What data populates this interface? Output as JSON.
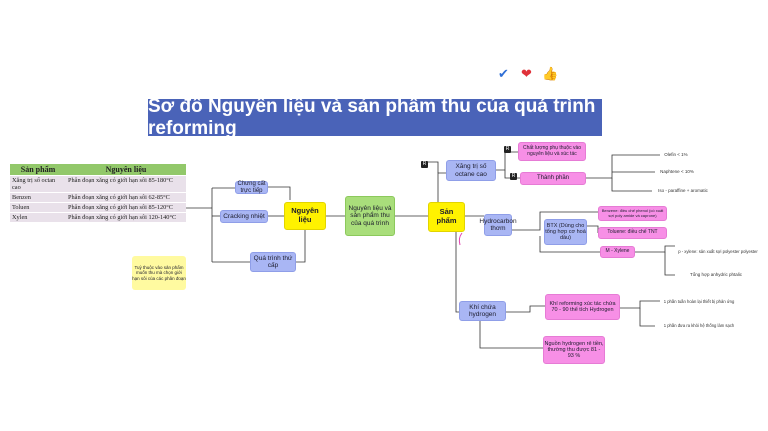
{
  "title": "Sơ đồ Nguyên liệu và sản phẩm thu của quá trình reforming",
  "reactions": {
    "check": "✔",
    "heart": "❤",
    "thumb": "👍"
  },
  "table": {
    "headers": [
      "Sản phẩm",
      "Nguyên liệu"
    ],
    "rows": [
      [
        "Xăng trị số octan cao",
        "Phân đoạn xăng có giới hạn sôi 85-180°C"
      ],
      [
        "Benzen",
        "Phân đoạn xăng có giới hạn sôi 62-85°C"
      ],
      [
        "Toluen",
        "Phân đoạn xăng có giới hạn sôi 85-120°C"
      ],
      [
        "Xylen",
        "Phân đoạn xăng có giới hạn sôi 120-140°C"
      ]
    ]
  },
  "notes": {
    "left_note": "Tuỳ thuộc vào sản phẩm muốn thu mà chọn giới hạn sôi của các phân đoạn"
  },
  "nodes": {
    "center": "Nguyên liệu và sản phẩm thu của quá trình",
    "raw": "Nguyên liệu",
    "products": "Sản phẩm",
    "distill": "Chưng cất trực tiếp",
    "cracking": "Cracking nhiệt",
    "process": "Quá trình thứ cấp",
    "octane": "Xăng trị số octane cao",
    "quality": "Chất lượng phụ thuộc vào nguyên liệu và xúc tác",
    "composition": "Thành phần",
    "olefin": "Olefin < 1%",
    "naphtene": "Naphtene < 10%",
    "iso": "Iso - paraffine + aromatic",
    "hydrocarbon": "Hydrocarbon thơm",
    "btx": "BTX (Dùng cho tổng hợp cơ hoá dầu)",
    "benzene": "Benzene: điều chế phenol (có xuất sợi poly amide và caprone)",
    "toluene": "Toluene: điều chế TNT",
    "mxylene": "M - Xylene",
    "pxylene": "p - xylene: sản xuất sợi polyester polyester",
    "phthalic": "Tổng hợp anhydric phtalic",
    "hydrogen": "Khí chứa hydrogen",
    "reforming": "Khí reforming xúc tác chứa 70 - 90 thể tích Hydrogen",
    "cheap": "Nguồn hydrogen rẻ tiền, thường thu được 81 - 93 %",
    "recycle": "1 phần tuần hoàn lại thiết bị phản ứng",
    "clean": "1 phần đưa ra khỏi hệ thống làm sạch"
  },
  "markers": {
    "m1": "R",
    "m2": "R",
    "m3": "R"
  },
  "colors": {
    "title_bg": "#4a63b8",
    "blue": "#a9b6f4",
    "yellow": "#fff200",
    "green": "#a9de7b",
    "pink": "#f78fe6"
  }
}
